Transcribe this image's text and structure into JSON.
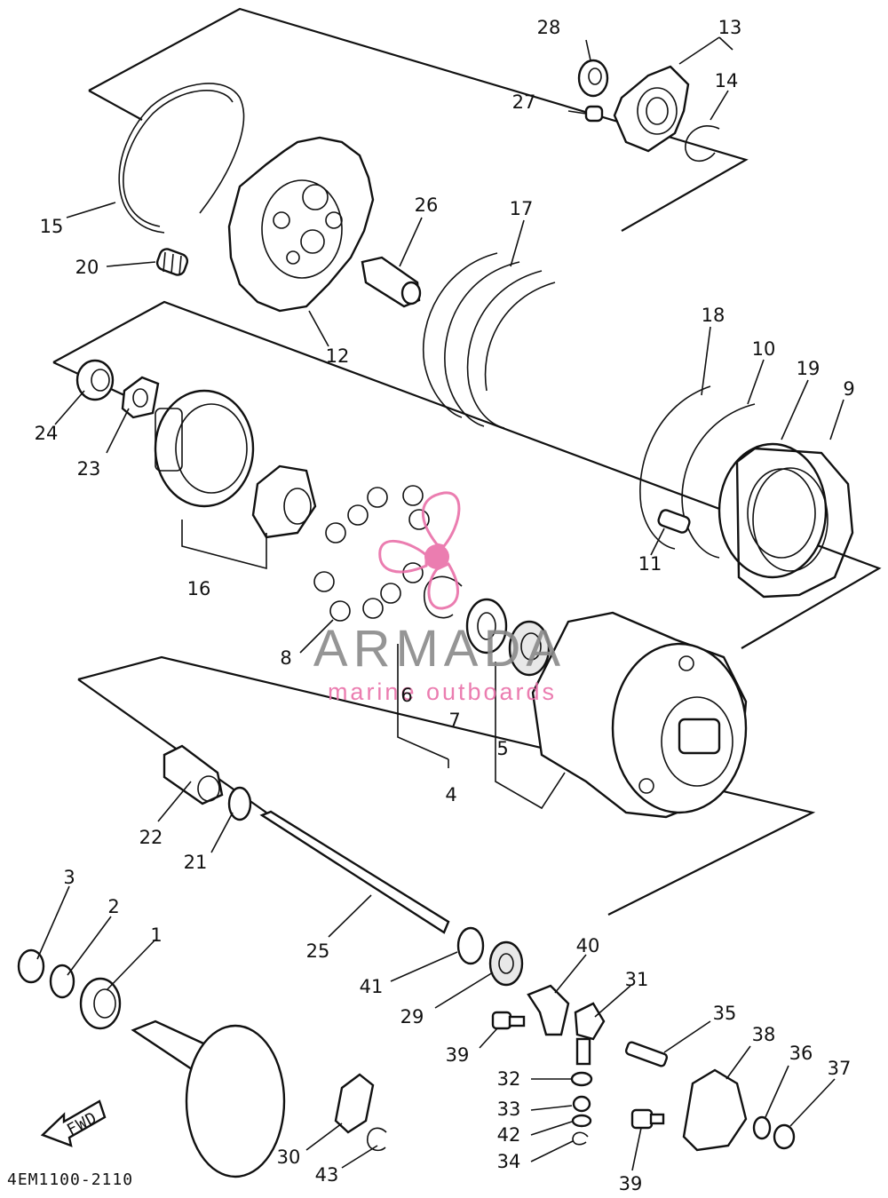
{
  "diagram_code": "4EM1100-2110",
  "fwd_label": "FWD",
  "watermark": {
    "title": "ARMADA",
    "subtitle": "marine outboards",
    "title_color": "#8a8a8a",
    "accent_color": "#e96fa8"
  },
  "parts": [
    {
      "id": "p1",
      "label": "1"
    },
    {
      "id": "p2",
      "label": "2"
    },
    {
      "id": "p3",
      "label": "3"
    },
    {
      "id": "p4",
      "label": "4"
    },
    {
      "id": "p5",
      "label": "5"
    },
    {
      "id": "p6",
      "label": "6"
    },
    {
      "id": "p7",
      "label": "7"
    },
    {
      "id": "p8",
      "label": "8"
    },
    {
      "id": "p9",
      "label": "9"
    },
    {
      "id": "p10",
      "label": "10"
    },
    {
      "id": "p11",
      "label": "11"
    },
    {
      "id": "p12",
      "label": "12"
    },
    {
      "id": "p13",
      "label": "13"
    },
    {
      "id": "p14",
      "label": "14"
    },
    {
      "id": "p15",
      "label": "15"
    },
    {
      "id": "p16",
      "label": "16"
    },
    {
      "id": "p17",
      "label": "17"
    },
    {
      "id": "p18",
      "label": "18"
    },
    {
      "id": "p19",
      "label": "19"
    },
    {
      "id": "p20",
      "label": "20"
    },
    {
      "id": "p21",
      "label": "21"
    },
    {
      "id": "p22",
      "label": "22"
    },
    {
      "id": "p23",
      "label": "23"
    },
    {
      "id": "p24",
      "label": "24"
    },
    {
      "id": "p25",
      "label": "25"
    },
    {
      "id": "p26",
      "label": "26"
    },
    {
      "id": "p27",
      "label": "27"
    },
    {
      "id": "p28",
      "label": "28"
    },
    {
      "id": "p29",
      "label": "29"
    },
    {
      "id": "p30",
      "label": "30"
    },
    {
      "id": "p31",
      "label": "31"
    },
    {
      "id": "p32",
      "label": "32"
    },
    {
      "id": "p33",
      "label": "33"
    },
    {
      "id": "p34",
      "label": "34"
    },
    {
      "id": "p35",
      "label": "35"
    },
    {
      "id": "p36",
      "label": "36"
    },
    {
      "id": "p37",
      "label": "37"
    },
    {
      "id": "p38",
      "label": "38"
    },
    {
      "id": "p39a",
      "label": "39"
    },
    {
      "id": "p39b",
      "label": "39"
    },
    {
      "id": "p40",
      "label": "40"
    },
    {
      "id": "p41",
      "label": "41"
    },
    {
      "id": "p42",
      "label": "42"
    },
    {
      "id": "p43",
      "label": "43"
    }
  ]
}
